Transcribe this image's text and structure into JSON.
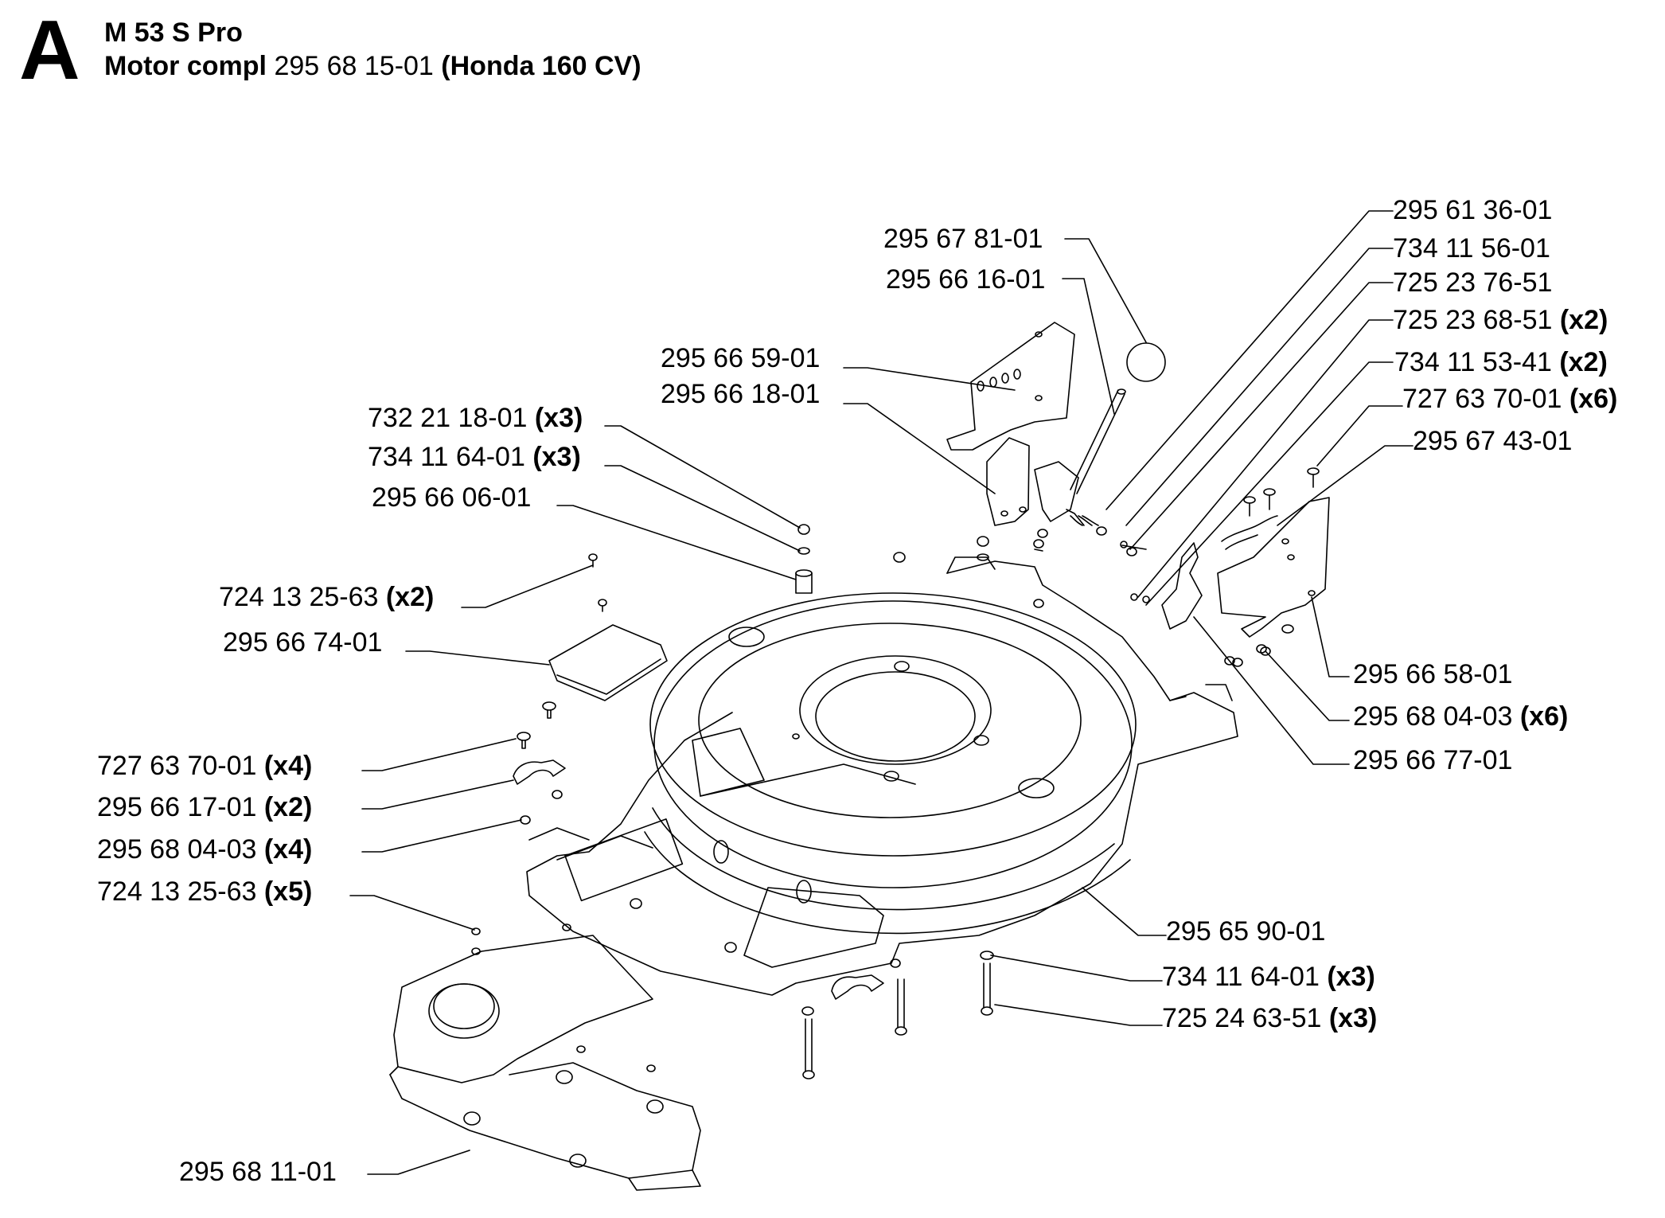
{
  "header": {
    "section_letter": "A",
    "model": "M 53 S Pro",
    "assembly_label": "Motor compl",
    "assembly_number": "295 68 15-01",
    "engine": "(Honda 160 CV)"
  },
  "parts": [
    {
      "id": "p1",
      "number": "295 67 81-01",
      "qty": ""
    },
    {
      "id": "p2",
      "number": "295 66 16-01",
      "qty": ""
    },
    {
      "id": "p3",
      "number": "295 61 36-01",
      "qty": ""
    },
    {
      "id": "p4",
      "number": "734 11 56-01",
      "qty": ""
    },
    {
      "id": "p5",
      "number": "725 23 76-51",
      "qty": ""
    },
    {
      "id": "p6",
      "number": "725 23 68-51",
      "qty": "(x2)"
    },
    {
      "id": "p7",
      "number": "734 11 53-41",
      "qty": "(x2)"
    },
    {
      "id": "p8",
      "number": "727 63 70-01",
      "qty": "(x6)"
    },
    {
      "id": "p9",
      "number": "295 67 43-01",
      "qty": ""
    },
    {
      "id": "p10",
      "number": "295 66 59-01",
      "qty": ""
    },
    {
      "id": "p11",
      "number": "295 66 18-01",
      "qty": ""
    },
    {
      "id": "p12",
      "number": "732 21 18-01",
      "qty": "(x3)"
    },
    {
      "id": "p13",
      "number": "734 11 64-01",
      "qty": "(x3)"
    },
    {
      "id": "p14",
      "number": "295 66 06-01",
      "qty": ""
    },
    {
      "id": "p15",
      "number": "724 13 25-63",
      "qty": "(x2)"
    },
    {
      "id": "p16",
      "number": "295 66 74-01",
      "qty": ""
    },
    {
      "id": "p17",
      "number": "727 63 70-01",
      "qty": "(x4)"
    },
    {
      "id": "p18",
      "number": "295 66 17-01",
      "qty": "(x2)"
    },
    {
      "id": "p19",
      "number": "295 68 04-03",
      "qty": "(x4)"
    },
    {
      "id": "p20",
      "number": "724 13 25-63",
      "qty": "(x5)"
    },
    {
      "id": "p21",
      "number": "295 68 11-01",
      "qty": ""
    },
    {
      "id": "p22",
      "number": "295 66 58-01",
      "qty": ""
    },
    {
      "id": "p23",
      "number": "295 68 04-03",
      "qty": "(x6)"
    },
    {
      "id": "p24",
      "number": "295 66 77-01",
      "qty": ""
    },
    {
      "id": "p25",
      "number": "295 65 90-01",
      "qty": ""
    },
    {
      "id": "p26",
      "number": "734 11 64-01",
      "qty": "(x3)"
    },
    {
      "id": "p27",
      "number": "725 24 63-51",
      "qty": "(x3)"
    }
  ]
}
